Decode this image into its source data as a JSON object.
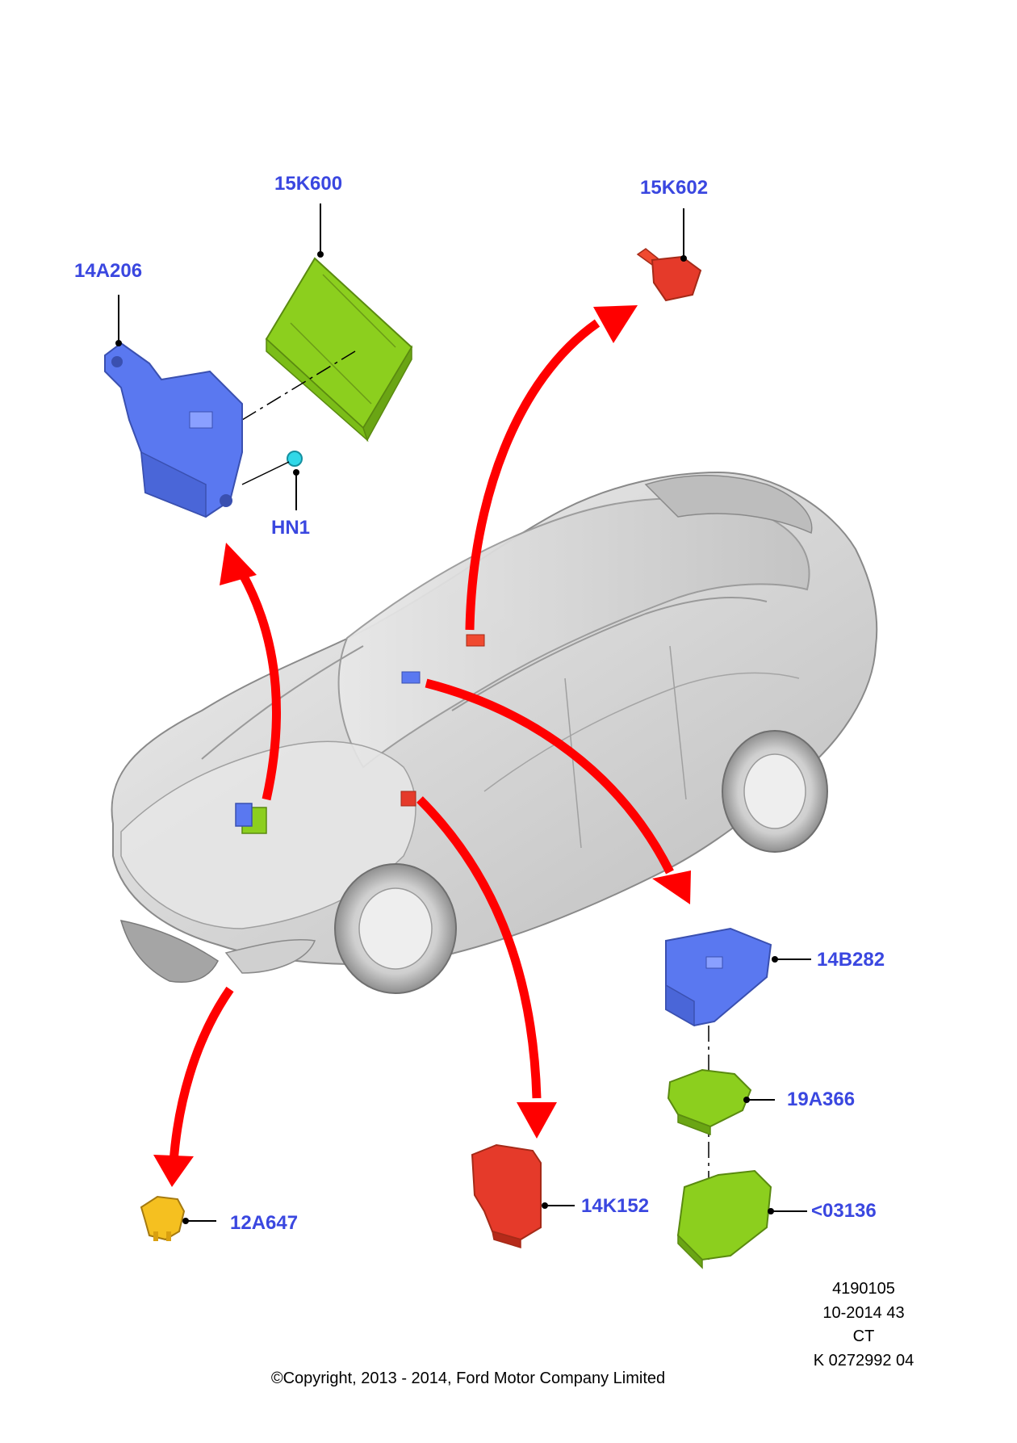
{
  "parts": {
    "p15K600": "15K600",
    "p15K602": "15K602",
    "p14A206": "14A206",
    "pHN1": "HN1",
    "p14B282": "14B282",
    "p19A366": "19A366",
    "p03136": "<03136",
    "p14K152": "14K152",
    "p12A647": "12A647"
  },
  "reference": {
    "line1": "4190105",
    "line2": "10-2014 43",
    "line3": "CT",
    "line4": "K 0272992 04"
  },
  "copyright": "©Copyright, 2013 - 2014, Ford Motor Company Limited",
  "colors": {
    "label_blue": "#3a47e0",
    "arrow_red": "#ff0000",
    "part_green": "#8ccf1e",
    "part_blue": "#5a78f0",
    "part_red": "#e53a2a",
    "part_orange": "#f04a30",
    "part_yellow": "#f5c020",
    "part_cyan": "#30d8e8",
    "car_grey": "#d9d9d9"
  }
}
